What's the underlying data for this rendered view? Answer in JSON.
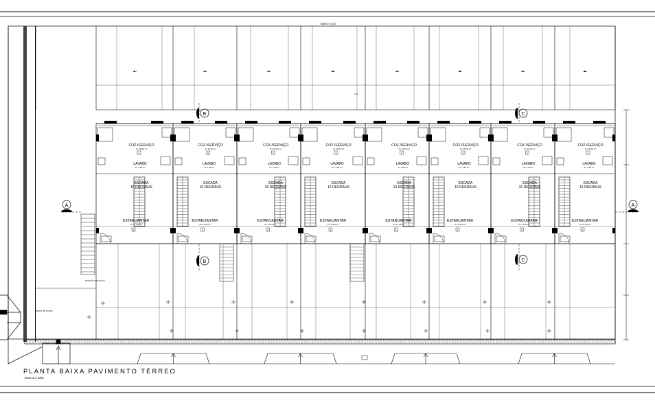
{
  "drawing": {
    "title": "PLANTA BAIXA PAVIMENTO TÉRREO",
    "scale": "ESCALA 1/50",
    "top_wall_label": "MURO H=220",
    "left_note": "MURO DE DIVISA",
    "gate_note": "PORTÃO METÁLICO",
    "bottom_note": "MURO DE DIVISA"
  },
  "section_markers": {
    "a_left": "A",
    "a_right": "A",
    "b_top": "B",
    "b_bottom": "B",
    "c_top": "C",
    "c_bottom": "C"
  },
  "room_labels": {
    "kitchen": "COZ./SERVIÇO",
    "kitchen_area": "A= 15,00 m²",
    "lavabo": "LAVABO",
    "lavabo_area": "A= 1,50 m²",
    "stairs": "ESCADA",
    "stairs_steps": "16 DEGRAUS",
    "living": "ESTAR/JANTAR",
    "living_area": "A= 17,00 m²",
    "room_badge": "1"
  },
  "unit_count": 8
}
